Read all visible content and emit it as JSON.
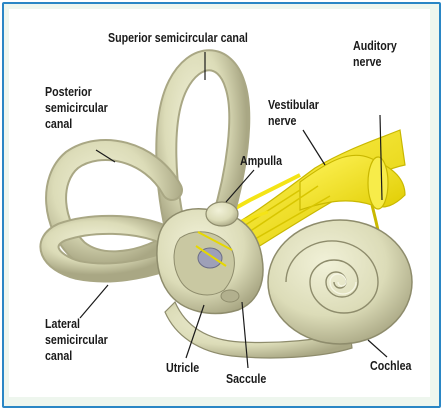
{
  "labels": {
    "superior": "Superior semicircular canal",
    "posterior": [
      "Posterior",
      "semicircular",
      "canal"
    ],
    "vestibular": [
      "Vestibular",
      "nerve"
    ],
    "auditory": [
      "Auditory",
      "nerve"
    ],
    "ampulla": "Ampulla",
    "lateral": [
      "Lateral",
      "semicircular",
      "canal"
    ],
    "utricle": "Utricle",
    "saccule": "Saccule",
    "cochlea": "Cochlea"
  },
  "colors": {
    "frame_border": "#2a86c5",
    "bone": "#dcdcb8",
    "bone_shadow": "#a9a784",
    "nerve": "#f4e416",
    "nerve_shadow": "#c9b800"
  }
}
